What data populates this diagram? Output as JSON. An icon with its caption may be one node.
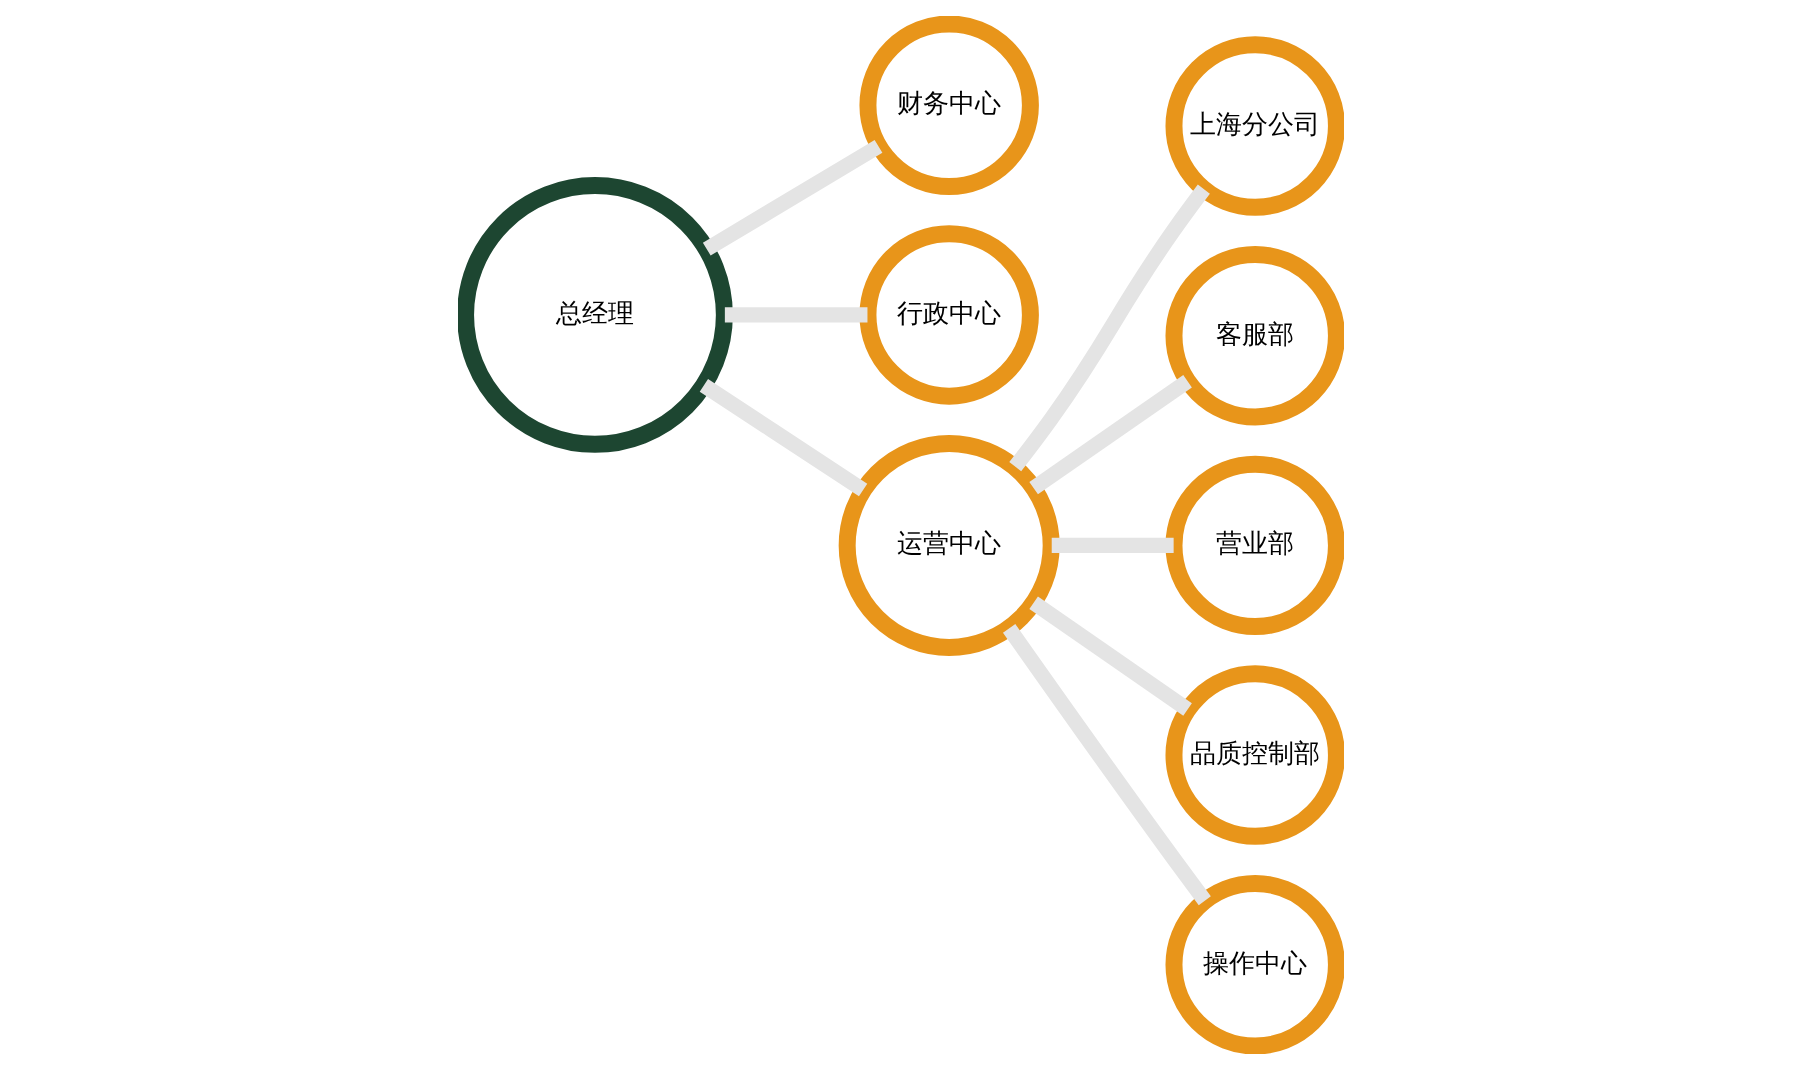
{
  "diagram": {
    "nodes": [
      {
        "text": [
          "财务中心"
        ]
      },
      {
        "text": [
          "总经理"
        ]
      },
      {
        "text": [
          "行政中心"
        ]
      },
      {
        "text": [
          "上海分公司"
        ]
      },
      {
        "text": [
          "客服部"
        ]
      },
      {
        "text": [
          "运营中心"
        ]
      },
      {
        "text": [
          "营业部"
        ]
      },
      {
        "text": [
          "品质控制部"
        ]
      },
      {
        "text": [
          "操作中心"
        ]
      }
    ],
    "edges": [
      {
        "from": 1,
        "to": 0,
        "arrow": "none"
      },
      {
        "from": 1,
        "to": 2,
        "arrow": "none"
      },
      {
        "from": 1,
        "to": 5,
        "arrow": "none"
      },
      {
        "from": 5,
        "to": 3,
        "arrow": "none"
      },
      {
        "from": 5,
        "to": 4,
        "arrow": "none"
      },
      {
        "from": 5,
        "to": 6,
        "arrow": "none"
      },
      {
        "from": 5,
        "to": 8,
        "arrow": "none"
      },
      {
        "from": 5,
        "to": 7,
        "arrow": "none"
      }
    ]
  }
}
